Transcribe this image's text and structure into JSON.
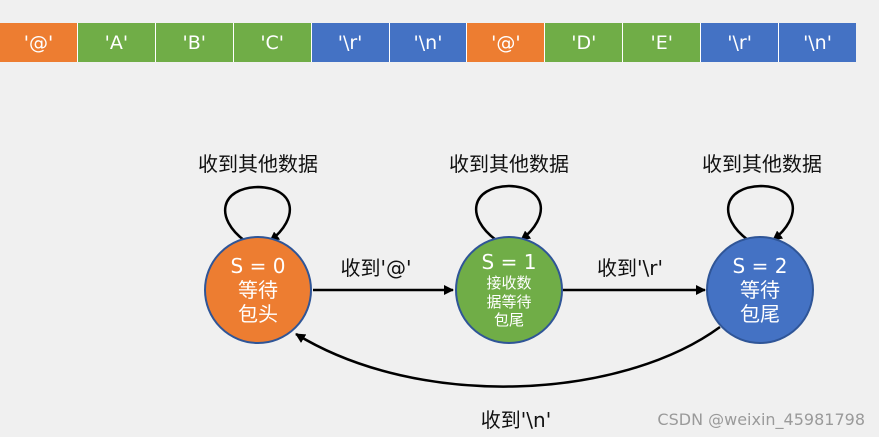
{
  "cells": [
    {
      "text": "'@'",
      "color": "#ed7d31"
    },
    {
      "text": "'A'",
      "color": "#70ad47"
    },
    {
      "text": "'B'",
      "color": "#70ad47"
    },
    {
      "text": "'C'",
      "color": "#70ad47"
    },
    {
      "text": "'\\r'",
      "color": "#4472c4"
    },
    {
      "text": "'\\n'",
      "color": "#4472c4"
    },
    {
      "text": "'@'",
      "color": "#ed7d31"
    },
    {
      "text": "'D'",
      "color": "#70ad47"
    },
    {
      "text": "'E'",
      "color": "#70ad47"
    },
    {
      "text": "'\\r'",
      "color": "#4472c4"
    },
    {
      "text": "'\\n'",
      "color": "#4472c4"
    }
  ],
  "states": [
    {
      "state": "S = 0",
      "desc": "等待\n包头",
      "color": "#ed7d31",
      "loop_label": "收到其他数据"
    },
    {
      "state": "S = 1",
      "desc": "接收数\n据等待\n包尾",
      "color": "#70ad47",
      "loop_label": "收到其他数据"
    },
    {
      "state": "S = 2",
      "desc": "等待\n包尾",
      "color": "#4472c4",
      "loop_label": "收到其他数据"
    }
  ],
  "transitions": {
    "s0_to_s1": "收到'@'",
    "s1_to_s2": "收到'\\r'",
    "s2_to_s0": "收到'\\n'"
  },
  "watermark": "CSDN @weixin_45981798"
}
